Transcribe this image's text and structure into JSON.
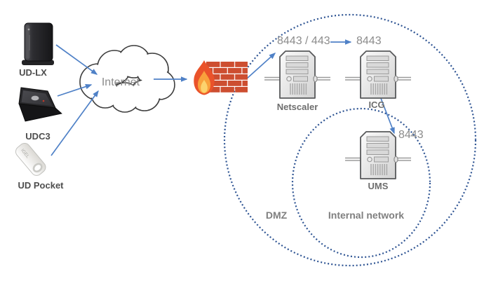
{
  "diagram": {
    "devices": [
      {
        "label": "UD-LX"
      },
      {
        "label": "UDC3"
      },
      {
        "label": "UD Pocket"
      }
    ],
    "usb_text": "IGEL",
    "internet_label": "Internet",
    "servers": [
      {
        "label": "Netscaler",
        "port": "8443 / 443"
      },
      {
        "label": "ICG",
        "port": "8443"
      },
      {
        "label": "UMS",
        "port": "8443"
      }
    ],
    "zones": [
      {
        "label": "DMZ"
      },
      {
        "label": "Internal network"
      }
    ],
    "colors": {
      "arrow_blue": "#4f81c7",
      "zone_circle_blue": "#2e5493",
      "brick_red": "#cd4e30",
      "flame_outer": "#ea532a",
      "flame_mid": "#f9a13c",
      "flame_core": "#fcd36e",
      "port_label_gray": "#8c8c8c",
      "device_label_gray": "#4d4d4d",
      "server_label_gray": "#6e6e6e",
      "zone_label_gray": "#7f7f7f"
    }
  }
}
